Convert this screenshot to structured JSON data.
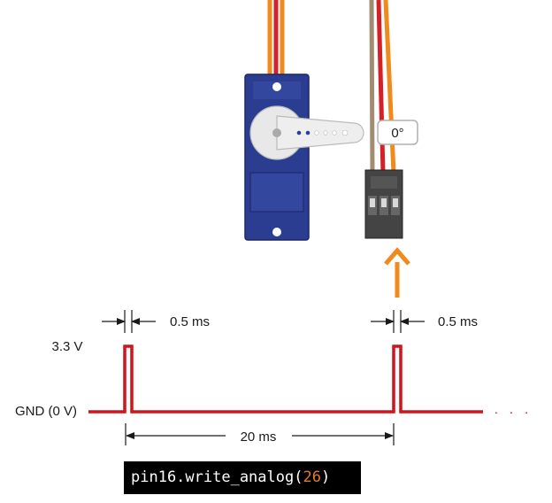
{
  "servo": {
    "angle_label": "0°"
  },
  "signal": {
    "high_level_label": "3.3 V",
    "gnd_label": "GND (0 V)",
    "pulse_width_label_1": "0.5 ms",
    "pulse_width_label_2": "0.5 ms",
    "period_label": "20 ms",
    "continuation": "· · ·"
  },
  "code": {
    "prefix": "pin16.write_analog(",
    "argument": "26",
    "suffix": ")"
  },
  "colors": {
    "signal_line": "#d0141c",
    "servo_body": "#2b3d91",
    "wire_orange": "#f08a1c",
    "wire_red": "#d42027",
    "wire_brown": "#a08c70",
    "arrow": "#f08a1c",
    "code_arg": "#e07b2a"
  }
}
